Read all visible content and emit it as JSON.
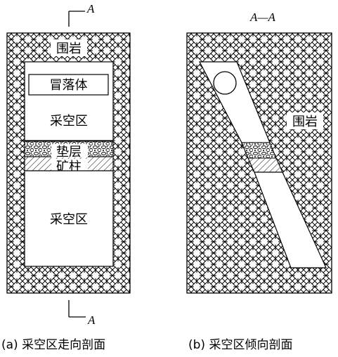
{
  "panel_a": {
    "section_mark_top": "A",
    "section_mark_bottom": "A",
    "rock_label": "围岩",
    "caved_body_label": "冒落体",
    "upper_goaf_label": "采空区",
    "cushion_label": "垫层",
    "pillar_label": "矿柱",
    "lower_goaf_label": "采空区",
    "caption": "(a)  采空区走向剖面"
  },
  "panel_b": {
    "section_title": "A—A",
    "rock_label": "围岩",
    "caption": "(b)  采空区倾向剖面"
  },
  "colors": {
    "line": "#000000",
    "background": "#ffffff"
  }
}
